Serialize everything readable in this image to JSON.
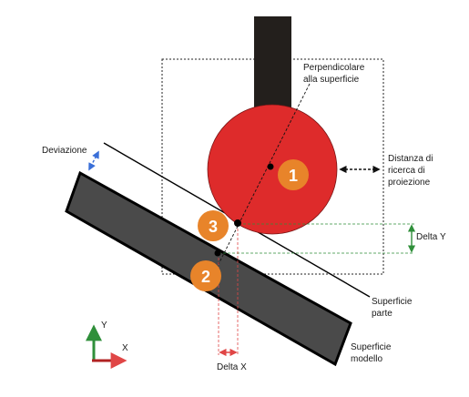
{
  "labels": {
    "perpendicular": [
      "Perpendicolare",
      "alla superficie"
    ],
    "deviation": "Deviazione",
    "search_distance": [
      "Distanza di",
      "ricerca di",
      "proiezione"
    ],
    "delta_y": "Delta Y",
    "delta_x": "Delta X",
    "part_surface": [
      "Superficie",
      "parte"
    ],
    "model_surface": [
      "Superficie",
      "modello"
    ]
  },
  "markers": [
    "1",
    "2",
    "3"
  ],
  "axes": {
    "y": "Y",
    "x": "X"
  },
  "colors": {
    "tool_shaft": "#231f1c",
    "tool_ball": "#de2b2b",
    "marker": "#e8842a",
    "model_bar": "#4a4a4a",
    "delta_y": "#2f8f3a",
    "delta_x": "#e04646",
    "deviation_arrow": "#3a6fd8",
    "axis_y": "#2f8f3a",
    "axis_x": "#b02222"
  }
}
